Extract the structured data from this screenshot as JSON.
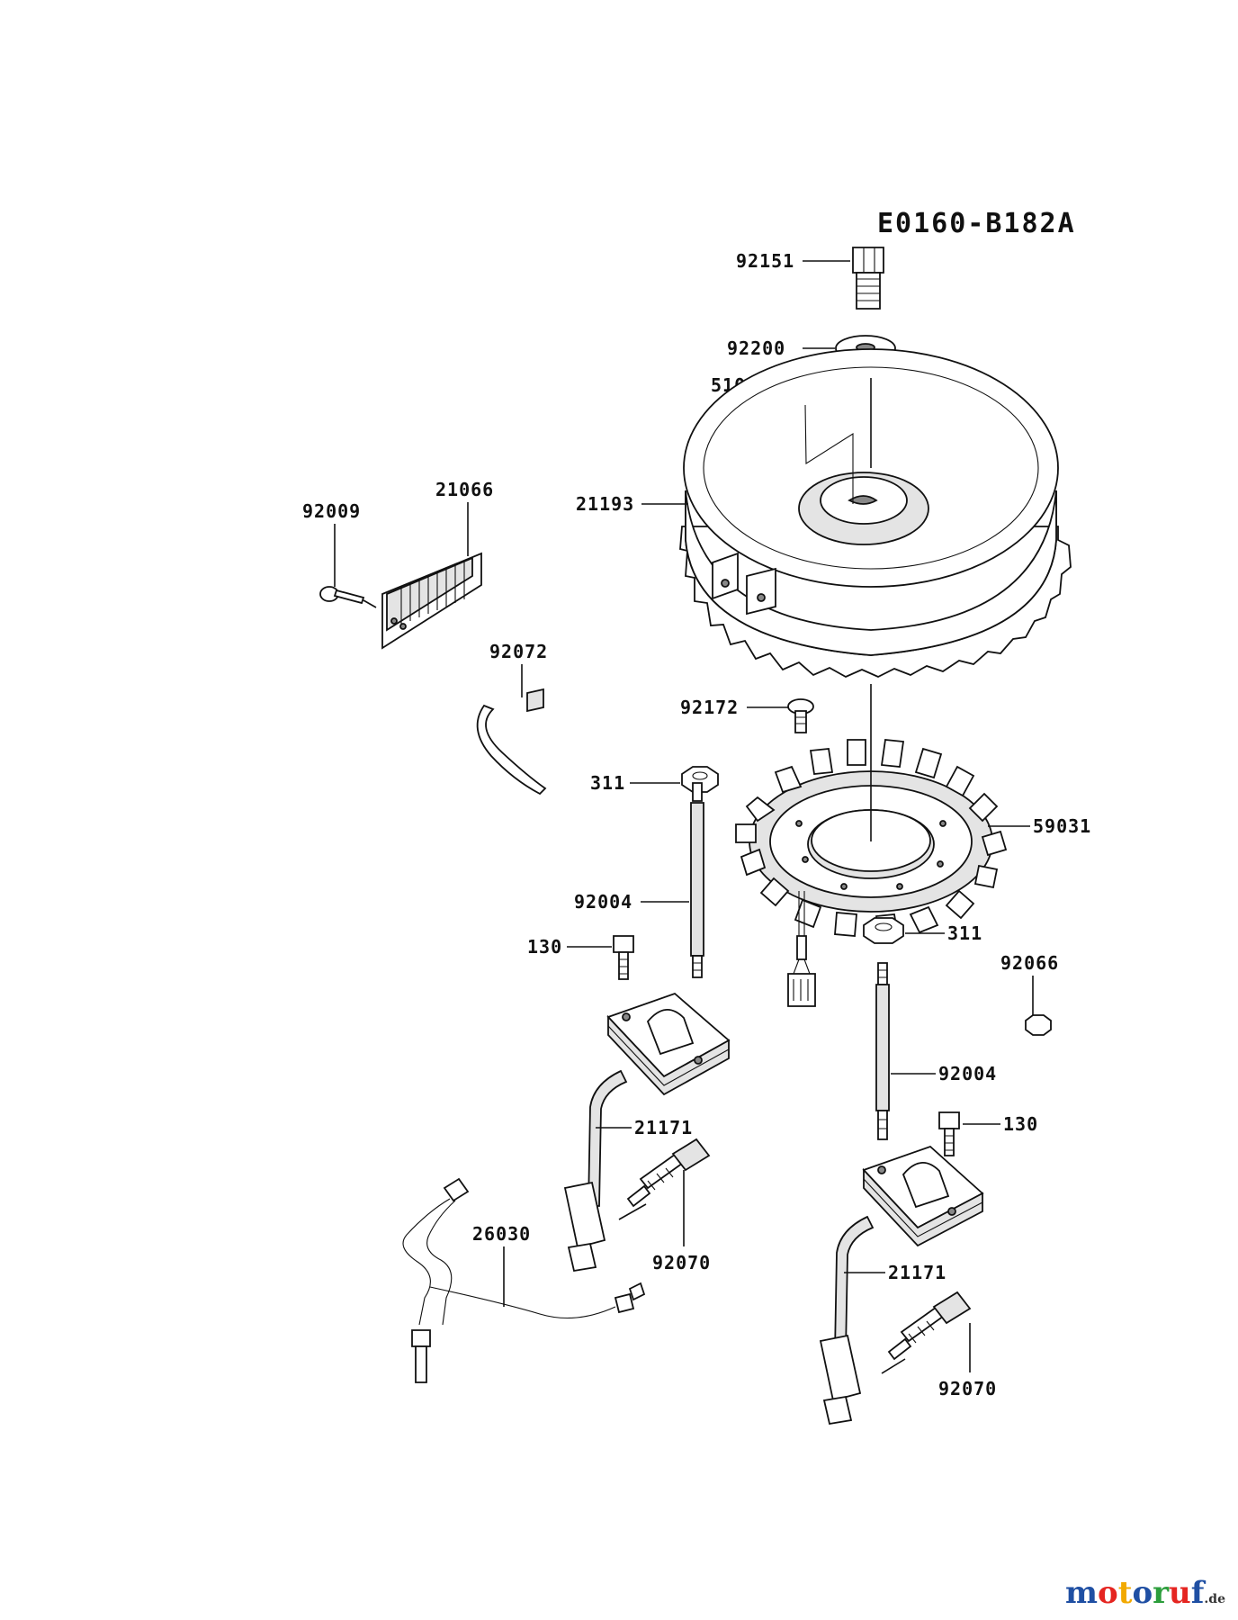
{
  "diagram_code": "E0160-B182A",
  "labels": {
    "p92151": "92151",
    "p92200": "92200",
    "p510": "510",
    "p21193": "21193",
    "p21066": "21066",
    "p92009": "92009",
    "p92072": "92072",
    "p92172": "92172",
    "p311a": "311",
    "p59031": "59031",
    "p92004a": "92004",
    "p130a": "130",
    "p311b": "311",
    "p92066": "92066",
    "p92004b": "92004",
    "p130b": "130",
    "p21171a": "21171",
    "p26030": "26030",
    "p92070a": "92070",
    "p21171b": "21171",
    "p92070b": "92070"
  },
  "watermark": {
    "letters": [
      "m",
      "o",
      "t",
      "o",
      "r",
      "u",
      "f"
    ],
    "colors": [
      "#1f4fa3",
      "#e52521",
      "#f2a900",
      "#1f4fa3",
      "#2c9e3c",
      "#e52521",
      "#1f4fa3"
    ],
    "suffix": ".de"
  }
}
